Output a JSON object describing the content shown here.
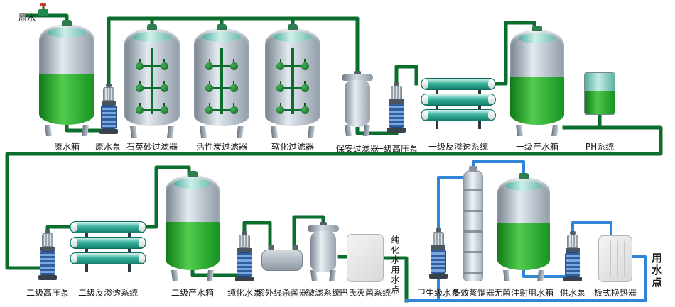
{
  "source": {
    "label": "原水"
  },
  "top_row": [
    {
      "label": "原水箱"
    },
    {
      "label": "原水泵"
    },
    {
      "label": "石英砂过滤器"
    },
    {
      "label": "活性炭过滤器"
    },
    {
      "label": "软化过滤器"
    },
    {
      "label": "保安过滤器"
    },
    {
      "label": "一级高压泵"
    },
    {
      "label": "一级反渗透系统"
    },
    {
      "label": "一级产水箱"
    },
    {
      "label": "PH系统"
    }
  ],
  "bottom_row": [
    {
      "label": "二级高压泵"
    },
    {
      "label": "二级反渗透系统"
    },
    {
      "label": "二级产水箱"
    },
    {
      "label": "纯化水泵"
    },
    {
      "label": "紫外线杀菌器"
    },
    {
      "label": "微滤系统"
    },
    {
      "label": "巴氏灭菌系统"
    },
    {
      "label": "纯化水用水点"
    },
    {
      "label": "卫生级水泵"
    },
    {
      "label": "多效蒸馏器"
    },
    {
      "label": "无菌注射用水箱"
    },
    {
      "label": "供水泵"
    },
    {
      "label": "板式换热器"
    },
    {
      "label": "用水点"
    }
  ],
  "colors": {
    "pipe_green": "#0b6e2c",
    "pipe_blue": "#2f86d6",
    "tank_green": "#169322",
    "tank_gray": "#8f9ba7",
    "membrane_teal": "#39b39d",
    "pump_blue": "#2f5f9e"
  }
}
